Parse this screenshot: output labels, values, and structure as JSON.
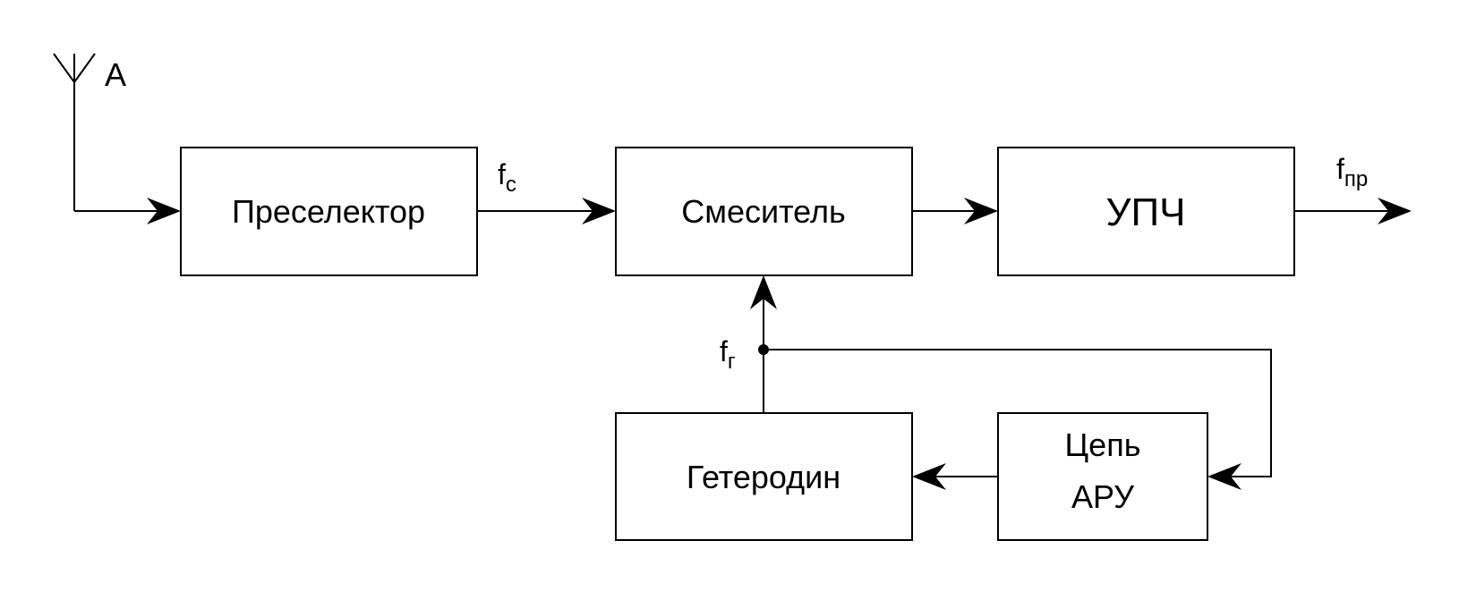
{
  "antenna": {
    "label": "А"
  },
  "blocks": {
    "preselector": "Преселектор",
    "mixer": "Смеситель",
    "ifa": "УПЧ",
    "heterodyne": "Гетеродин",
    "agc_line1": "Цепь",
    "agc_line2": "АРУ"
  },
  "signals": {
    "fc_main": "f",
    "fc_sub": "c",
    "fg_main": "f",
    "fg_sub": "г",
    "fpr_main": "f",
    "fpr_sub": "пр"
  }
}
